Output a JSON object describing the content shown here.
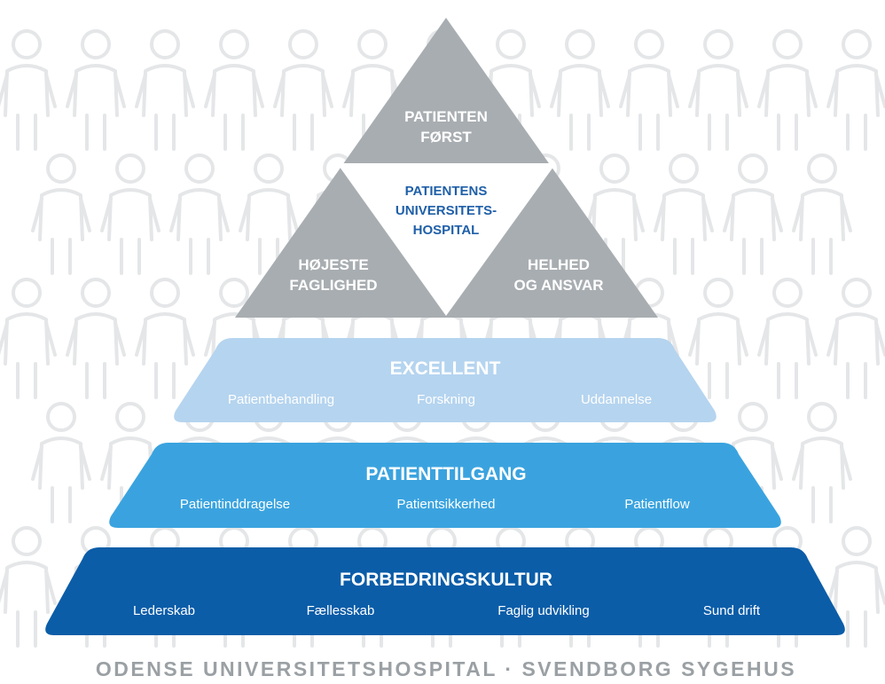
{
  "triangle": {
    "top": {
      "line1": "PATIENTEN",
      "line2": "FØRST"
    },
    "center": {
      "line1": "PATIENTENS",
      "line2": "UNIVERSITETS-",
      "line3": "HOSPITAL"
    },
    "left": {
      "line1": "HØJESTE",
      "line2": "FAGLIGHED"
    },
    "right": {
      "line1": "HELHED",
      "line2": "OG ANSVAR"
    }
  },
  "tiers": [
    {
      "title": "EXCELLENT",
      "items": [
        "Patientbehandling",
        "Forskning",
        "Uddannelse"
      ]
    },
    {
      "title": "PATIENTTILGANG",
      "items": [
        "Patientinddragelse",
        "Patientsikkerhed",
        "Patientflow"
      ]
    },
    {
      "title": "FORBEDRINGSKULTUR",
      "items": [
        "Lederskab",
        "Fællesskab",
        "Faglig udvikling",
        "Sund drift"
      ]
    }
  ],
  "footer": "ODENSE UNIVERSITETSHOSPITAL · SVENDBORG SYGEHUS",
  "colors": {
    "triangle_gray": "#a8adb1",
    "triangle_white": "#ffffff",
    "center_text": "#1f5fa8",
    "tier1": "#b5d4ef",
    "tier2": "#3aa3df",
    "tier3": "#0b5da8",
    "footer_text": "#9aa0a4",
    "background_figures": "#e6e8ea"
  }
}
